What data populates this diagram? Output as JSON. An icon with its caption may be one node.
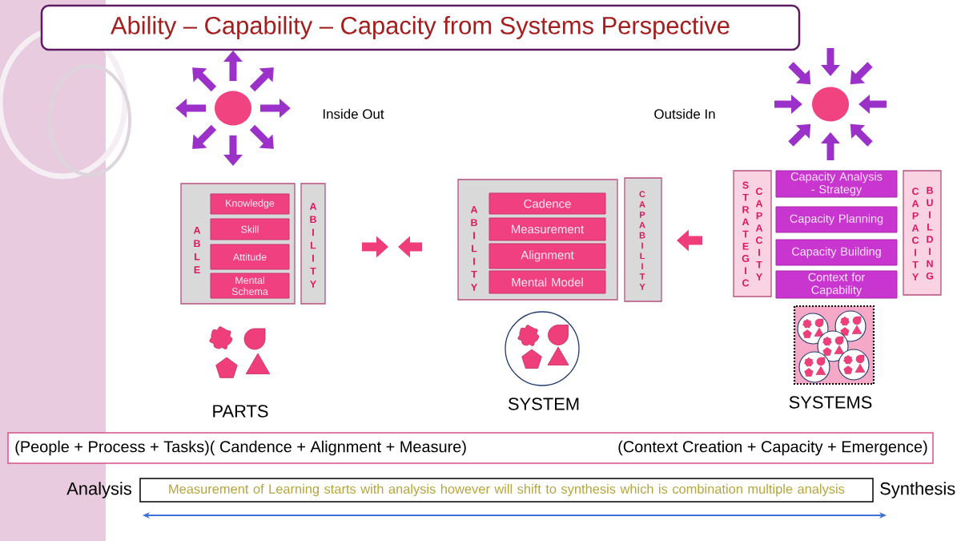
{
  "diagram": {
    "title": "Ability – Capability – Capacity from Systems Perspective",
    "nodes": [
      {
        "text": [
          "ABLE"
        ]
      },
      {
        "text": [
          "Knowledge"
        ],
        "in": 0
      },
      {
        "text": [
          "Skill"
        ],
        "in": 0
      },
      {
        "text": [
          "Attitude"
        ],
        "in": 0
      },
      {
        "text": [
          "Mental Schema"
        ],
        "in": 0
      },
      {
        "text": [
          "ABILITY"
        ]
      },
      {
        "text": [
          "ABILITY"
        ]
      },
      {
        "text": [
          "Cadence"
        ],
        "in": 6
      },
      {
        "text": [
          "Measurement"
        ],
        "in": 6
      },
      {
        "text": [
          "Alignment"
        ],
        "in": 6
      },
      {
        "text": [
          "Mental Model"
        ],
        "in": 6
      },
      {
        "text": [
          "CAPABILITY"
        ]
      },
      {
        "text": [
          "STRATEGIC",
          "CAPACITY"
        ]
      },
      {
        "text": [
          "Capacity Analysis - Strategy"
        ]
      },
      {
        "text": [
          "Capacity Planning"
        ]
      },
      {
        "text": [
          "Capacity Building"
        ]
      },
      {
        "text": [
          "Context for Capability"
        ]
      },
      {
        "text": [
          "CAPACITY",
          "BUILDING"
        ]
      },
      {
        "text": [
          "(People + Process + Tasks)( Candence + Alignment + Measure)",
          "(Context Creation + Capacity + Emergence)"
        ]
      },
      {
        "text": [
          "Measurement of Learning starts with analysis however will shift to synthesis which is combination multiple analysis"
        ],
        "beside": [
          "Analysis",
          "Synthesis"
        ]
      }
    ],
    "labels": [
      "Inside Out",
      "Outside In",
      "PARTS",
      "SYSTEM",
      "SYSTEMS"
    ]
  }
}
